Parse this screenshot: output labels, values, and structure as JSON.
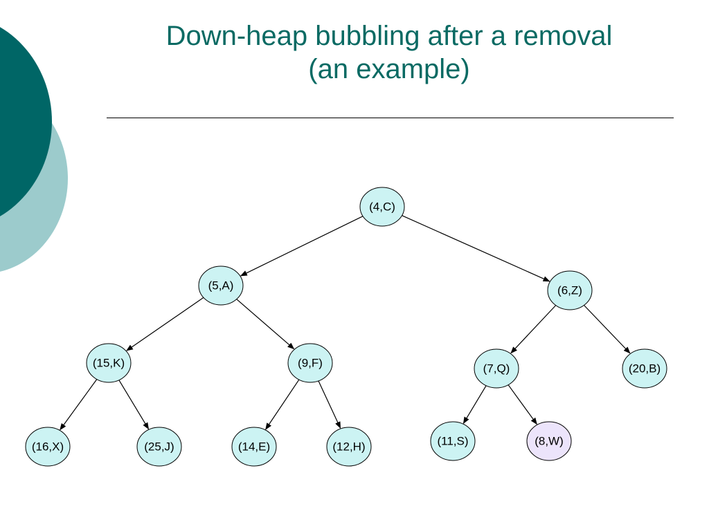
{
  "slide": {
    "title_line1": "Down-heap bubbling after a removal",
    "title_line2": "(an example)"
  },
  "colors": {
    "title": "#0a6a63",
    "node_fill": "#ccf3f3",
    "node_fill_highlight": "#ece4fb",
    "accent_dark": "#006666",
    "accent_light": "#9ccbcc"
  },
  "tree": {
    "nodes": [
      {
        "id": "n-4-c",
        "label": "(4,C)"
      },
      {
        "id": "n-5-a",
        "label": "(5,A)"
      },
      {
        "id": "n-6-z",
        "label": "(6,Z)"
      },
      {
        "id": "n-15-k",
        "label": "(15,K)"
      },
      {
        "id": "n-9-f",
        "label": "(9,F)"
      },
      {
        "id": "n-7-q",
        "label": "(7,Q)"
      },
      {
        "id": "n-20-b",
        "label": "(20,B)"
      },
      {
        "id": "n-16-x",
        "label": "(16,X)"
      },
      {
        "id": "n-25-j",
        "label": "(25,J)"
      },
      {
        "id": "n-14-e",
        "label": "(14,E)"
      },
      {
        "id": "n-12-h",
        "label": "(12,H)"
      },
      {
        "id": "n-11-s",
        "label": "(11,S)"
      },
      {
        "id": "n-8-w",
        "label": "(8,W)",
        "highlight": true
      }
    ],
    "edges": [
      [
        "n-4-c",
        "n-5-a"
      ],
      [
        "n-4-c",
        "n-6-z"
      ],
      [
        "n-5-a",
        "n-15-k"
      ],
      [
        "n-5-a",
        "n-9-f"
      ],
      [
        "n-6-z",
        "n-7-q"
      ],
      [
        "n-6-z",
        "n-20-b"
      ],
      [
        "n-15-k",
        "n-16-x"
      ],
      [
        "n-15-k",
        "n-25-j"
      ],
      [
        "n-9-f",
        "n-14-e"
      ],
      [
        "n-9-f",
        "n-12-h"
      ],
      [
        "n-7-q",
        "n-11-s"
      ],
      [
        "n-7-q",
        "n-8-w"
      ]
    ]
  }
}
